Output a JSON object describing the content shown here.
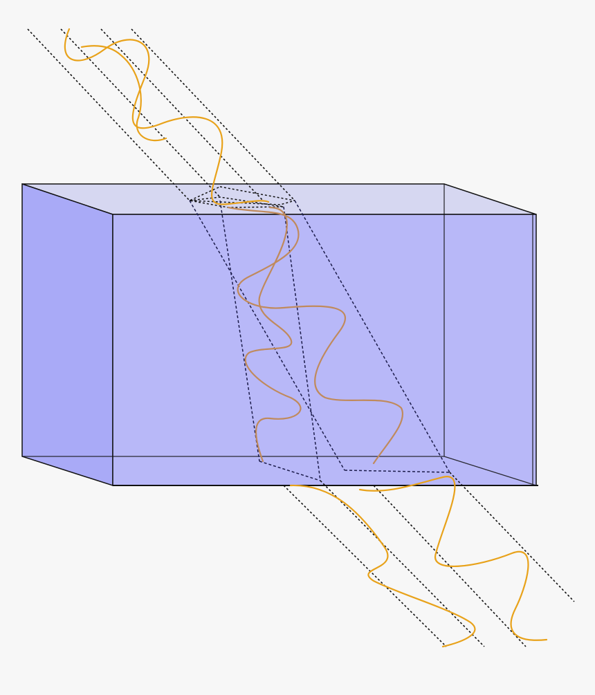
{
  "diagram": {
    "subject": "light-beam-refraction-through-slab",
    "colors": {
      "background": "#f7f7f7",
      "slab_top": "#d6d7f1",
      "slab_left": "#a9aaf7",
      "slab_front": "#b8b8f8",
      "slab_edge": "#111111",
      "beam_outline": "#111111",
      "inner_outline": "#1b1b4a",
      "wave_outside": "#e8a21a",
      "wave_inside": "#c08a5c"
    },
    "beam_paths": 2,
    "wave_segments": [
      "incident-wave-1",
      "incident-wave-2",
      "refracted-wave-1",
      "refracted-wave-2",
      "exit-wave-1",
      "exit-wave-2"
    ]
  }
}
